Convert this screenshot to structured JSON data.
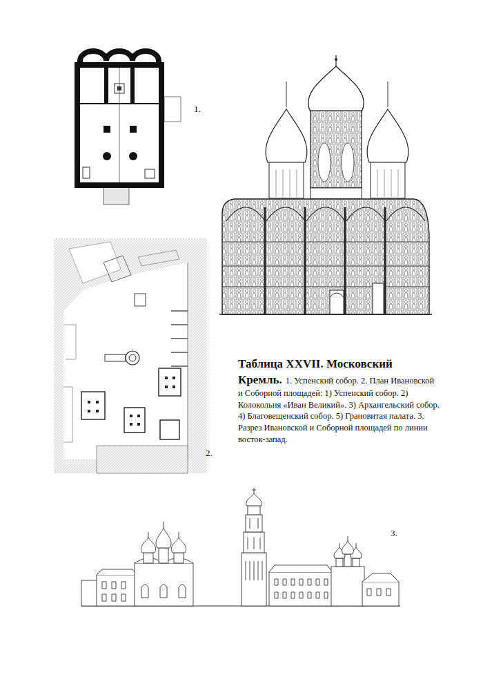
{
  "diagram": {
    "title": "Таблица XXVII. Московский Кремль.",
    "caption": "1. Успенский собор. 2. План Ивановской и Соборной площадей: 1) Успенский собор. 2) Колокольня «Иван Великий». 3) Архангельский собор. 4) Благовещенский собор. 5) Грановитая палата. 3. Разрез Ивановской и Соборной площадей по линии восток-запад.",
    "labels": [
      "1.",
      "2.",
      "3."
    ]
  }
}
